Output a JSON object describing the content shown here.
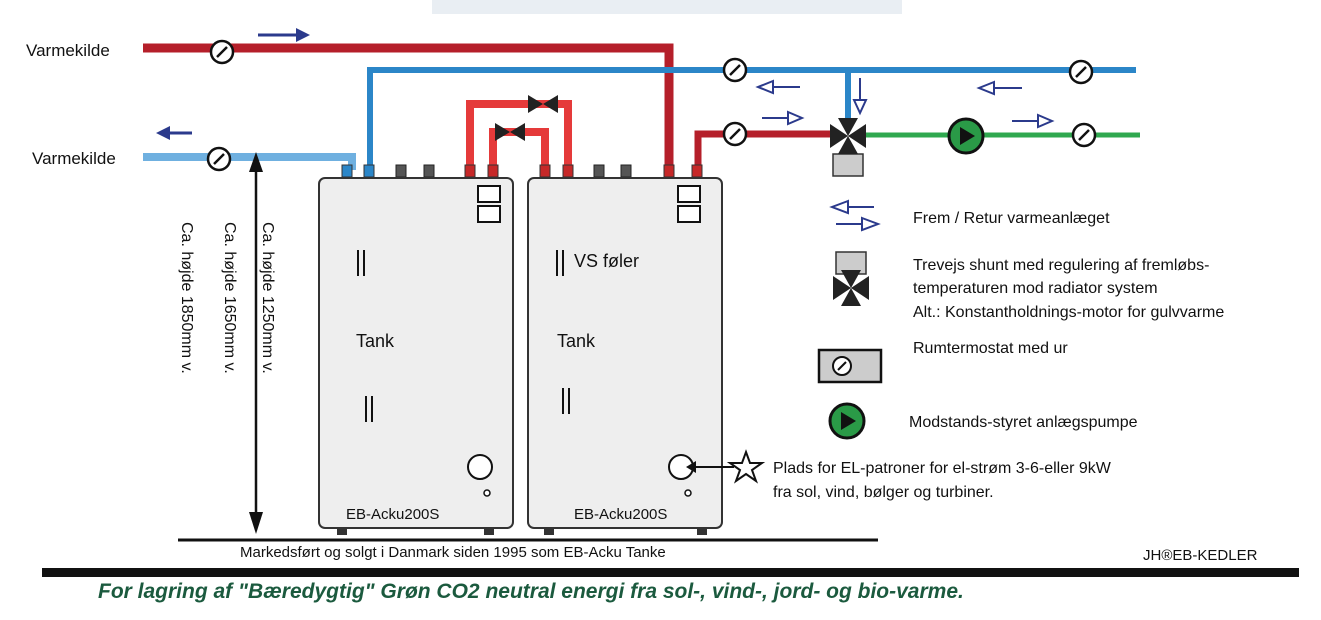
{
  "colors": {
    "supply_pipe": "#b51f2a",
    "return_pipe": "#2b86c8",
    "return_pipe_light": "#6fb0e0",
    "connect_red": "#e53a3a",
    "green_pipe": "#2fa84f",
    "pump_green": "#2a9a47",
    "tank_fill": "#eeeeee",
    "tank_stroke": "#333333",
    "arrow_blue": "#2b3a8c",
    "footer_text": "#1b5a3e"
  },
  "sources": {
    "top_label": "Varmekilde",
    "bottom_label": "Varmekilde"
  },
  "heights": {
    "h1250": "Ca. højde 1250mm v.",
    "h1650": "Ca. højde 1650mm v.",
    "h1850": "Ca. højde 1850mm v."
  },
  "tanks": [
    {
      "label": "Tank",
      "model": "EB-Acku200S",
      "sensor_label": ""
    },
    {
      "label": "Tank",
      "model": "EB-Acku200S",
      "sensor_label": "VS føler"
    }
  ],
  "legend": {
    "flow_return": "Frem / Retur varmeanlæget",
    "shunt_line1": "Trevejs shunt med regulering af fremløbs-",
    "shunt_line2": "temperaturen mod radiator system",
    "shunt_line3": "Alt.: Konstantholdnings-motor for gulvvarme",
    "thermostat": "Rumtermostat med ur",
    "pump": "Modstands-styret anlægspumpe"
  },
  "el_note": {
    "line1": "Plads for EL-patroner for el-strøm 3-6-eller 9kW",
    "line2": "fra sol, vind, bølger og turbiner."
  },
  "bottom": {
    "marketing": "Markedsført og solgt i Danmark siden 1995 som EB-Acku Tanke",
    "brand": "JH®EB-KEDLER",
    "footer": "For lagring af \"Bæredygtig\" Grøn CO2 neutral energi fra sol-, vind-,  jord- og bio-varme."
  },
  "icons": [
    "thermometer-gauge-icon",
    "flow-arrow-icon",
    "three-way-valve-icon",
    "circulation-pump-icon",
    "thermostat-icon",
    "star-icon",
    "heating-element-icon"
  ]
}
